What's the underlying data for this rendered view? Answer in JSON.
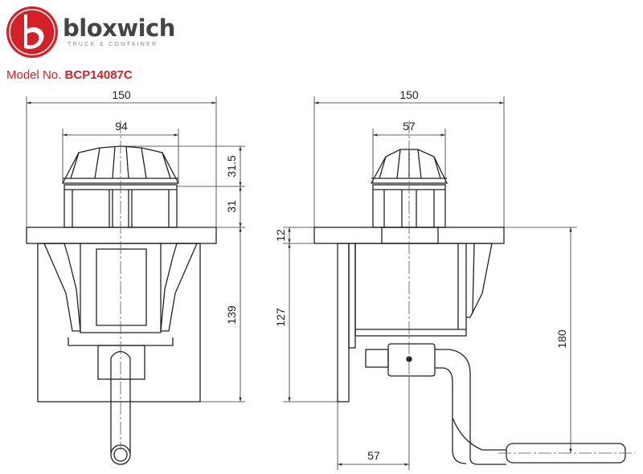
{
  "brand": {
    "name": "bloxwich",
    "tagline": "TRUCK & CONTAINER",
    "logo_color": "#d42027",
    "text_color": "#444444"
  },
  "model": {
    "label": "Model No.",
    "number": "BCP14087C"
  },
  "front_view": {
    "dims": {
      "overall_width": "150",
      "cap_width": "94",
      "cap_height": "31.5",
      "collar_height": "31",
      "body_depth": "139"
    }
  },
  "side_view": {
    "dims": {
      "overall_width": "150",
      "cap_width": "57",
      "flange_thickness": "12",
      "body_depth": "127",
      "handle_drop": "180",
      "handle_offset": "57"
    }
  }
}
